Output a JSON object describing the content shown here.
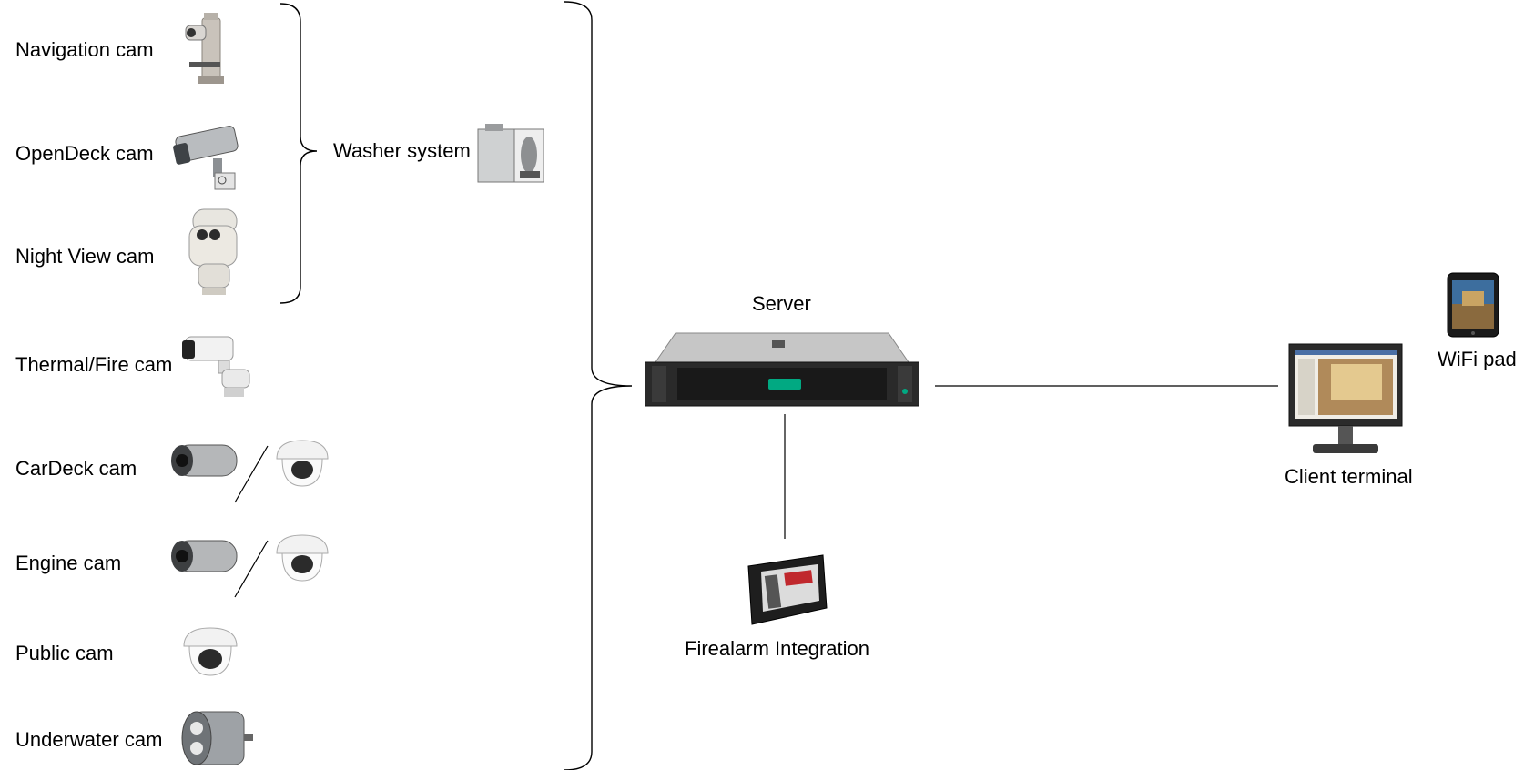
{
  "cameras": {
    "navigation": "Navigation cam",
    "opendeck": "OpenDeck cam",
    "nightview": "Night View cam",
    "thermal": "Thermal/Fire cam",
    "cardeck": "CarDeck cam",
    "engine": "Engine cam",
    "public": "Public cam",
    "underwater": "Underwater cam"
  },
  "washer_label": "Washer system",
  "server_label": "Server",
  "firealarm_label": "Firealarm Integration",
  "client_label": "Client terminal",
  "wifi_label": "WiFi pad"
}
